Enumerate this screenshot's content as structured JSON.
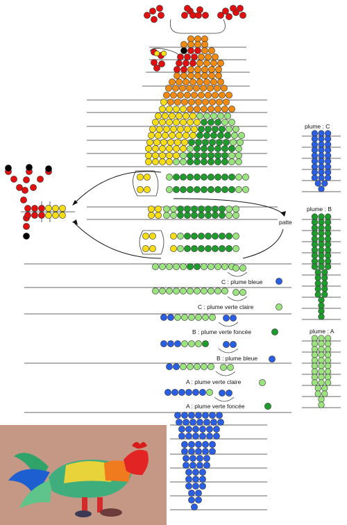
{
  "labels": {
    "plume_c": "plume : C",
    "plume_b": "plume : B",
    "plume_a": "plume : A",
    "patte": "patte",
    "c_bleue": "C : plume bleue",
    "c_verte_claire": "C : plume verte claire",
    "b_verte_foncee": "B : plume verte foncée",
    "b_bleue": "B : plume bleue",
    "a_verte_claire": "A : plume verte claire",
    "a_verte_foncee": "A : plume verte foncée"
  },
  "colors": {
    "red": "#e01010",
    "orange": "#f08a10",
    "yellow": "#f6dd17",
    "light_green": "#9be37f",
    "dark_green": "#1f9b2d",
    "blue": "#2a5fe3",
    "black": "#000000"
  },
  "photo": {
    "subject": "beaded rooster figurine"
  }
}
